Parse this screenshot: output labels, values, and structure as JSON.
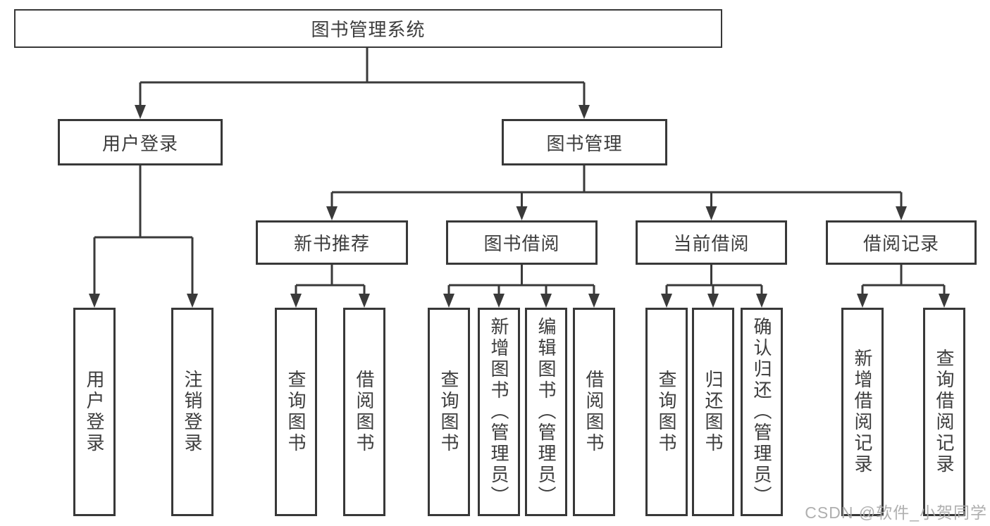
{
  "tree": {
    "label": "图书管理系统",
    "children": [
      {
        "label": "用户登录",
        "children": [
          {
            "label": "用户登录"
          },
          {
            "label": "注销登录"
          }
        ]
      },
      {
        "label": "图书管理",
        "children": [
          {
            "label": "新书推荐",
            "children": [
              {
                "label": "查询图书"
              },
              {
                "label": "借阅图书"
              }
            ]
          },
          {
            "label": "图书借阅",
            "children": [
              {
                "label": "查询图书"
              },
              {
                "label": "新增图书（管理员）"
              },
              {
                "label": "编辑图书（管理员）"
              },
              {
                "label": "借阅图书"
              }
            ]
          },
          {
            "label": "当前借阅",
            "children": [
              {
                "label": "查询图书"
              },
              {
                "label": "归还图书"
              },
              {
                "label": "确认归还（管理员）"
              }
            ]
          },
          {
            "label": "借阅记录",
            "children": [
              {
                "label": "新增借阅记录"
              },
              {
                "label": "查询借阅记录"
              }
            ]
          }
        ]
      }
    ]
  },
  "watermark": "CSDN @软件_小贺同学",
  "colors": {
    "line": "#3a3a3a",
    "border": "#383838",
    "text": "#3d3d3d",
    "background": "#ffffff",
    "watermark": "#a8a8a8"
  }
}
